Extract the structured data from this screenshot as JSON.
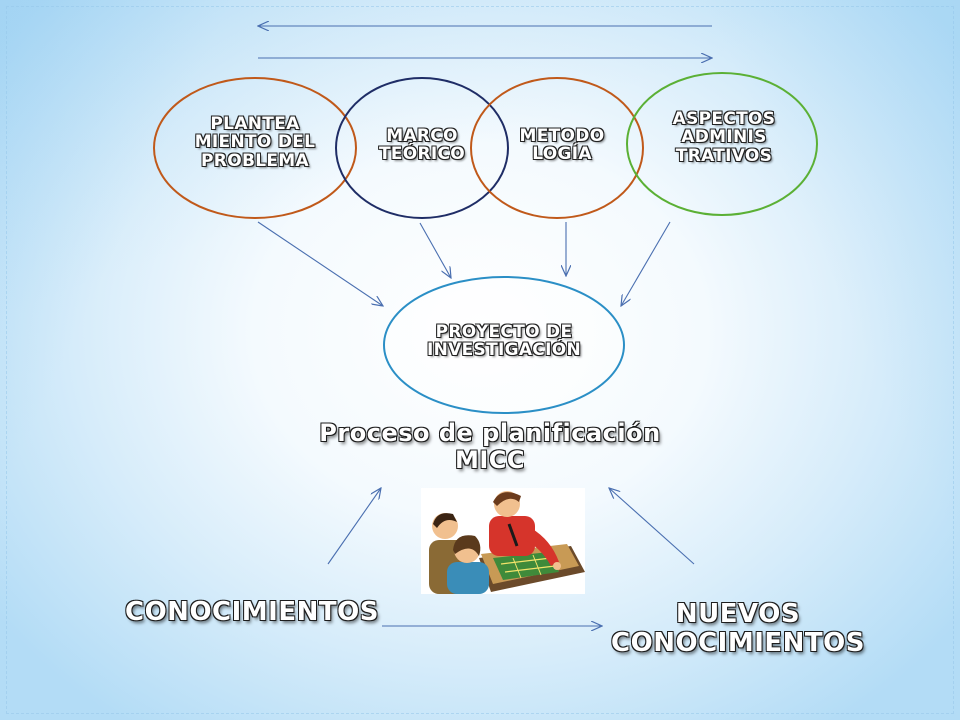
{
  "slide": {
    "circles": [
      {
        "id": "planteamiento",
        "label": "PLANTEA\nMIENTO DEL\nPROBLEMA",
        "border_color": "#c0591a"
      },
      {
        "id": "marco",
        "label": "MARCO\nTEÓRICO",
        "border_color": "#1f2d66"
      },
      {
        "id": "metodologia",
        "label": "METODO\nLOGÍA",
        "border_color": "#c0591a"
      },
      {
        "id": "aspectos",
        "label": "ASPECTOS\nADMINIS\nTRATIVOS",
        "border_color": "#5bb035"
      }
    ],
    "center_oval": {
      "label": "PROYECTO DE\nINVESTIGACIÓN",
      "border_color": "#2b8fc6"
    },
    "process_title": "Proceso de planificación\nMICC",
    "bottom_left_label": "CONOCIMIENTOS",
    "bottom_right_label": "NUEVOS\nCONOCIMIENTOS",
    "illustration": {
      "icon": "people-planning-around-table-illustration"
    },
    "colors": {
      "arrow": "#4a6fb0",
      "label_fill": "#ffffff",
      "label_outline": "#222222",
      "background": "#cfe8f8"
    }
  }
}
